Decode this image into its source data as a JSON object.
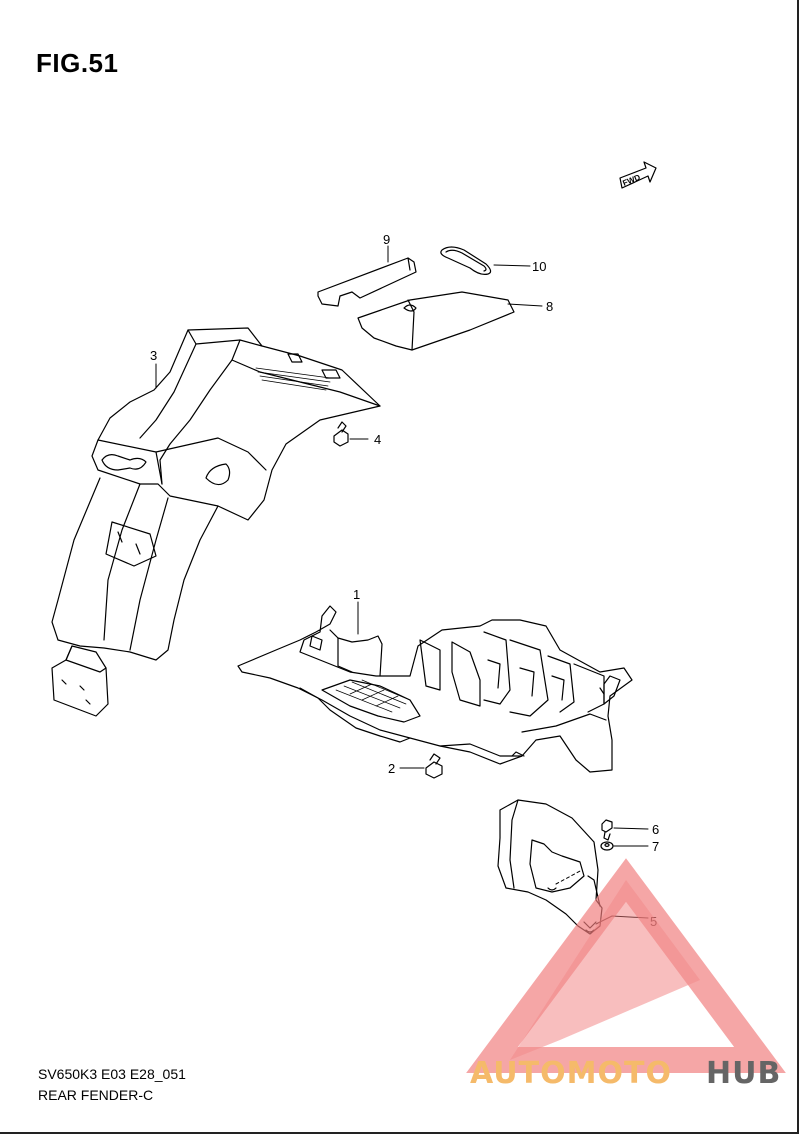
{
  "figure": {
    "title": "FIG.51",
    "model_code": "SV650K3 E03 E28_051",
    "part_name": "REAR FENDER-C"
  },
  "direction_badge": "FWD",
  "callouts": [
    {
      "id": "c1",
      "label": "1"
    },
    {
      "id": "c2",
      "label": "2"
    },
    {
      "id": "c3",
      "label": "3"
    },
    {
      "id": "c4",
      "label": "4"
    },
    {
      "id": "c5",
      "label": "5"
    },
    {
      "id": "c6",
      "label": "6"
    },
    {
      "id": "c7",
      "label": "7"
    },
    {
      "id": "c8",
      "label": "8"
    },
    {
      "id": "c9",
      "label": "9"
    },
    {
      "id": "c10",
      "label": "10"
    }
  ],
  "watermark": {
    "text_part1": "AUTOMOTO",
    "text_part2": "HUB",
    "color_primary": "#f07c7c",
    "color_accent": "#f5b35a",
    "color_dark": "#555555"
  }
}
